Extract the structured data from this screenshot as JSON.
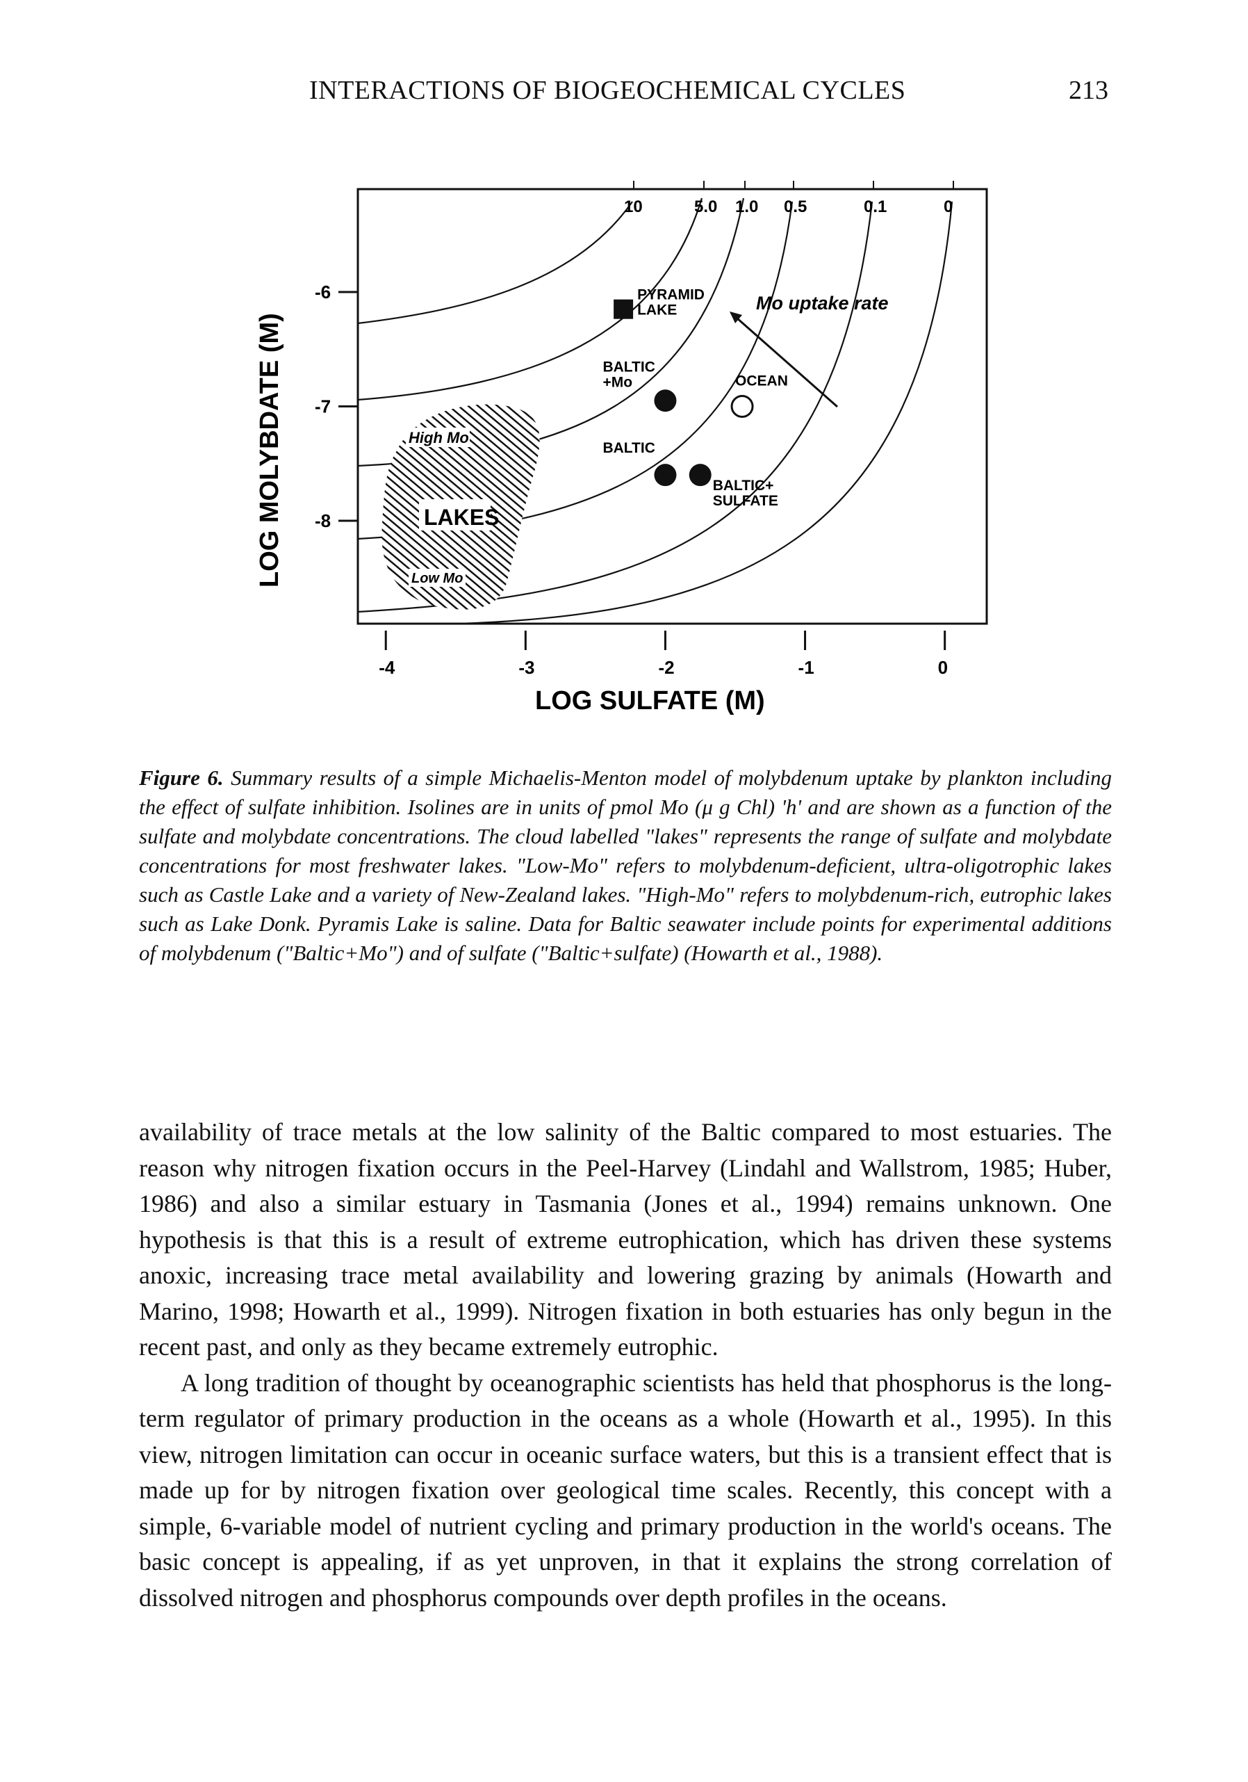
{
  "header": {
    "running_title": "INTERACTIONS OF BIOGEOCHEMICAL CYCLES",
    "page_number": "213"
  },
  "figure": {
    "chart_data": {
      "type": "scatter",
      "xlabel": "LOG SULFATE (M)",
      "ylabel": "LOG MOLYBDATE (M)",
      "x_ticks": [
        "-4",
        "-3",
        "-2",
        "-1",
        "0"
      ],
      "y_ticks": [
        "-6",
        "-7",
        "-8"
      ],
      "xlim": [
        -4.2,
        0.3
      ],
      "ylim": [
        -8.9,
        -5.1
      ],
      "isoline_labels": [
        "10",
        "5.0",
        "1.0",
        "0.5",
        "0.1",
        "0"
      ],
      "points": [
        {
          "label": "PYRAMID LAKE",
          "x": -2.3,
          "y": -6.15,
          "marker": "square"
        },
        {
          "label": "BALTIC +Mo",
          "x": -2.0,
          "y": -6.95,
          "marker": "circle-filled"
        },
        {
          "label": "OCEAN",
          "x": -1.45,
          "y": -7.0,
          "marker": "circle-open"
        },
        {
          "label": "BALTIC",
          "x": -2.0,
          "y": -7.6,
          "marker": "circle-filled"
        },
        {
          "label": "BALTIC+ SULFATE",
          "x": -1.75,
          "y": -7.6,
          "marker": "circle-filled"
        }
      ],
      "annotations": {
        "mo_uptake_rate": "Mo uptake rate",
        "lakes": "LAKES",
        "high_mo": "High Mo",
        "low_mo": "Low Mo"
      }
    }
  },
  "caption": {
    "label": "Figure 6.",
    "text": "Summary results of a simple Michaelis-Menton model of molybdenum uptake by plankton including the effect of sulfate inhibition. Isolines are in units of pmol Mo (μ g Chl) 'h' and are shown as a function of the sulfate and molybdate concentrations. The cloud labelled \"lakes\" represents the range of sulfate and molybdate concentrations for most freshwater lakes. \"Low-Mo\" refers to molybdenum-deficient, ultra-oligotrophic lakes such as Castle Lake and a variety of New-Zealand lakes. \"High-Mo\" refers to molybdenum-rich, eutrophic lakes such as Lake Donk. Pyramis Lake is saline. Data for Baltic seawater include points for experimental additions of molybdenum (\"Baltic+Mo\") and of sulfate (\"Baltic+sulfate) (Howarth et al., 1988)."
  },
  "body": {
    "paragraph_1": "availability of trace metals at the low salinity of the Baltic compared to most estuaries. The reason why nitrogen fixation occurs in the Peel-Harvey (Lindahl and Wallstrom, 1985; Huber, 1986) and also a similar estuary in Tasmania (Jones et al., 1994) remains unknown. One hypothesis is that this is a result of extreme eutrophication, which has driven these systems anoxic, increasing trace metal availability and lowering grazing by animals (Howarth and Marino, 1998; Howarth et al., 1999). Nitrogen fixation in both estuaries has only begun in the recent past, and only as they became extremely eutrophic.",
    "paragraph_2": "A long tradition of thought by oceanographic scientists has held that phosphorus is the long-term regulator of primary production in the oceans as a whole (Howarth et al., 1995). In this view, nitrogen limitation can occur in oceanic surface waters, but this is a transient effect that is made up for by nitrogen fixation over geological time scales. Recently, this concept with a simple, 6-variable model of nutrient cycling and primary production in the world's oceans. The basic concept is appealing, if as yet unproven, in that it explains the strong correlation of dissolved nitrogen and phosphorus compounds over depth profiles in the oceans."
  }
}
